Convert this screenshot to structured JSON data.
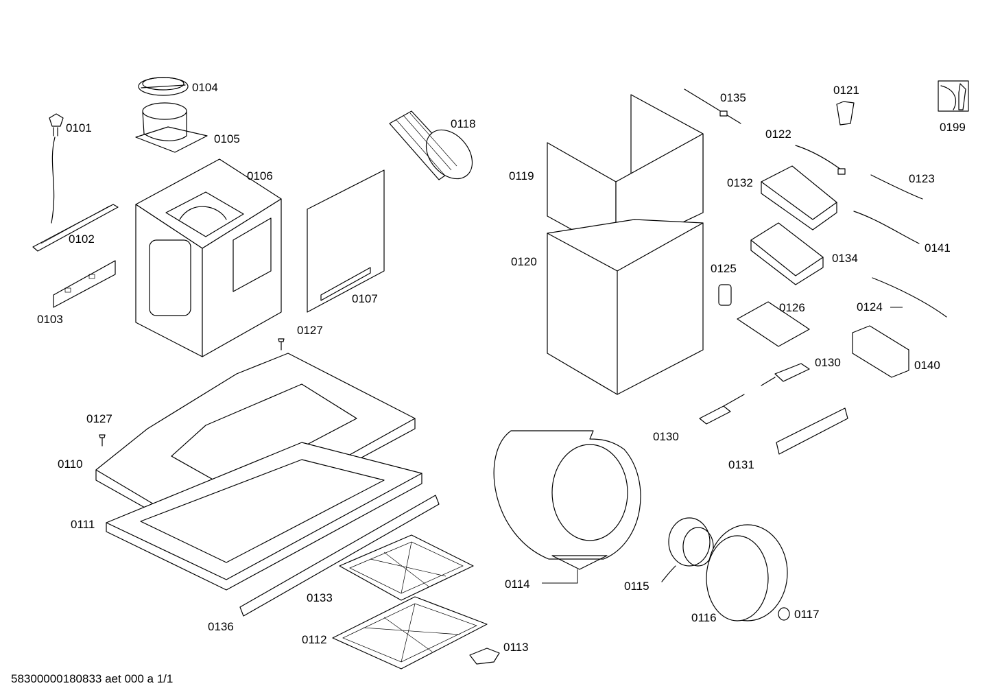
{
  "labels": {
    "p0101": "0101",
    "p0102": "0102",
    "p0103": "0103",
    "p0104": "0104",
    "p0105": "0105",
    "p0106": "0106",
    "p0107": "0107",
    "p0110": "0110",
    "p0111": "0111",
    "p0112": "0112",
    "p0113": "0113",
    "p0114": "0114",
    "p0115": "0115",
    "p0116": "0116",
    "p0117": "0117",
    "p0118": "0118",
    "p0119": "0119",
    "p0120": "0120",
    "p0121": "0121",
    "p0122": "0122",
    "p0123": "0123",
    "p0124": "0124",
    "p0125": "0125",
    "p0126": "0126",
    "p0127a": "0127",
    "p0127b": "0127",
    "p0130a": "0130",
    "p0130b": "0130",
    "p0131": "0131",
    "p0132": "0132",
    "p0133": "0133",
    "p0134": "0134",
    "p0135": "0135",
    "p0136": "0136",
    "p0140": "0140",
    "p0141": "0141",
    "p0199": "0199"
  },
  "footer": {
    "doc_id": "58300000180833 aet 000 a 1/1"
  },
  "icons": {
    "service": "wrench-tool-icon"
  }
}
